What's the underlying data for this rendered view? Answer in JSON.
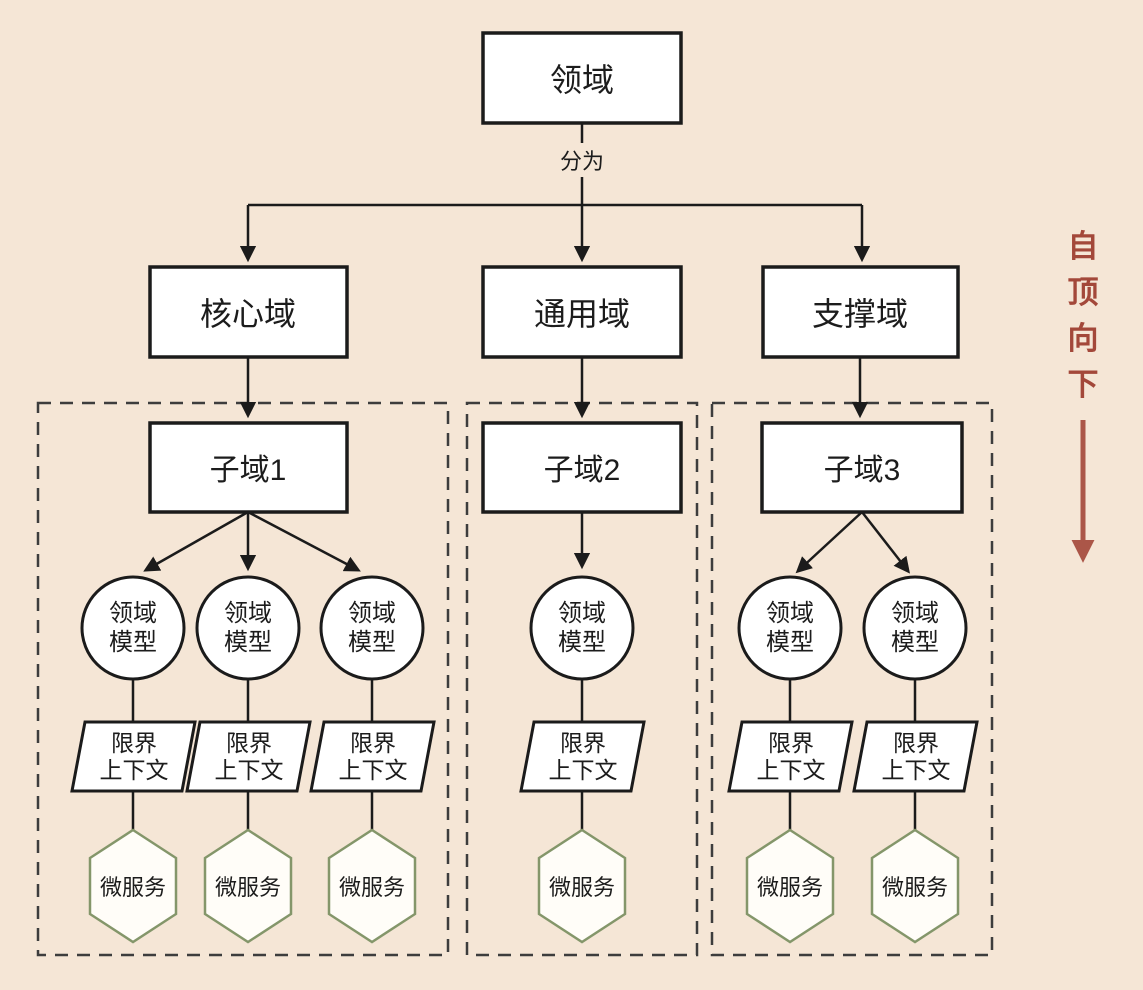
{
  "diagram": {
    "root_label": "领域",
    "split_label": "分为",
    "domains": [
      "核心域",
      "通用域",
      "支撑域"
    ],
    "subdomains": [
      "子域1",
      "子域2",
      "子域3"
    ],
    "domain_model": {
      "line1": "领域",
      "line2": "模型"
    },
    "bounded_context": {
      "line1": "限界",
      "line2": "上下文"
    },
    "microservice_label": "微服务",
    "side_note": {
      "text": "自顶向下",
      "char1": "自",
      "char2": "顶",
      "char3": "向",
      "char4": "下"
    },
    "colors": {
      "background": "#f5e6d6",
      "node_fill": "#ffffff",
      "node_border": "#1b1b1b",
      "dashed_outline": "#3d3d3d",
      "hexagon_border": "#84966a",
      "accent_red_text": "#a3483a",
      "accent_red_arrow": "#ab5648"
    }
  }
}
